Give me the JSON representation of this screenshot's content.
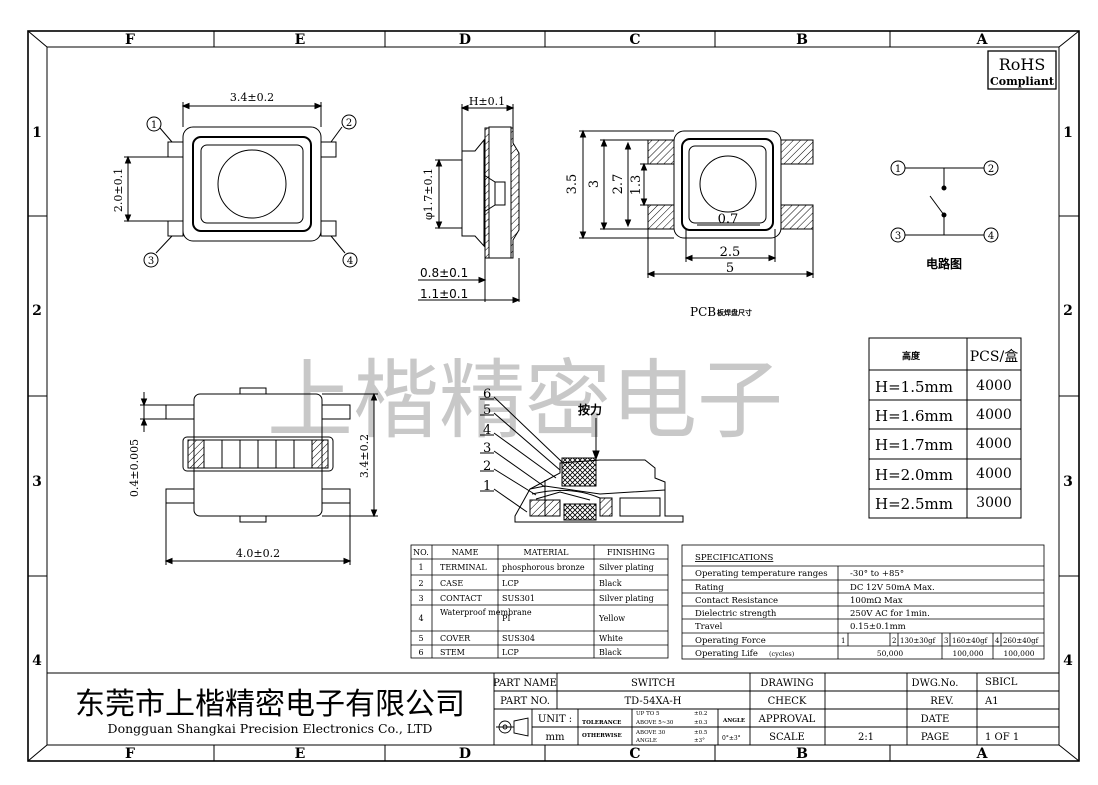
{
  "zone_columns_top": [
    "F",
    "E",
    "D",
    "C",
    "B",
    "A"
  ],
  "zone_columns_bottom": [
    "F",
    "E",
    "D",
    "C",
    "B",
    "A"
  ],
  "zone_rows": [
    "1",
    "2",
    "3",
    "4"
  ],
  "rohs": {
    "line1": "RoHS",
    "line2": "Compliant"
  },
  "watermark": "上楷精密电子",
  "top_view": {
    "width_dim": "3.4±0.2",
    "height_dim": "2.0±0.1",
    "pins": [
      "1",
      "2",
      "3",
      "4"
    ]
  },
  "side_view": {
    "height_dim": "H±0.1",
    "diameter_dim": "φ1.7±0.1",
    "dim_a": "0.8±0.1",
    "dim_b": "1.1±0.1"
  },
  "pcb": {
    "dims": [
      "3.5",
      "3",
      "2.7",
      "1.3",
      "0.7",
      "2.5",
      "5"
    ],
    "caption_prefix": "PCB",
    "caption_suffix": "板焊盘尺寸"
  },
  "circuit": {
    "pins": [
      "1",
      "2",
      "3",
      "4"
    ],
    "label": "电路图"
  },
  "height_table": {
    "headers": [
      "高度",
      "PCS/盒"
    ],
    "rows": [
      [
        "H=1.5mm",
        "4000"
      ],
      [
        "H=1.6mm",
        "4000"
      ],
      [
        "H=1.7mm",
        "4000"
      ],
      [
        "H=2.0mm",
        "4000"
      ],
      [
        "H=2.5mm",
        "3000"
      ]
    ]
  },
  "bottom_view": {
    "lead_dim": "0.4±0.005",
    "height_dim": "3.4±0.2",
    "width_dim": "4.0±0.2"
  },
  "section": {
    "callouts": [
      "6",
      "5",
      "4",
      "3",
      "2",
      "1"
    ],
    "force_label": "按力"
  },
  "materials": {
    "headers": [
      "NO.",
      "NAME",
      "MATERIAL",
      "FINISHING"
    ],
    "rows": [
      [
        "1",
        "TERMINAL",
        "phosphorous bronze",
        "Silver plating"
      ],
      [
        "2",
        "CASE",
        "LCP",
        "Black"
      ],
      [
        "3",
        "CONTACT",
        "SUS301",
        "Silver plating"
      ],
      [
        "4",
        "Waterproof membrane",
        "PI",
        "Yellow"
      ],
      [
        "5",
        "COVER",
        "SUS304",
        "White"
      ],
      [
        "6",
        "STEM",
        "LCP",
        "Black"
      ]
    ]
  },
  "specifications": {
    "title": "SPECIFICATIONS",
    "rows": [
      [
        "Operating temperature ranges",
        "-30° to +85°"
      ],
      [
        "Rating",
        "DC 12V 50mA Max."
      ],
      [
        "Contact Resistance",
        "100mΩ Max"
      ],
      [
        "Dielectric strength",
        "250V AC for 1min."
      ],
      [
        "Travel",
        "0.15±0.1mm"
      ]
    ],
    "force_label": "Operating Force",
    "force_values": [
      "1",
      "2",
      "130±30gf",
      "3",
      "160±40gf",
      "4",
      "260±40gf"
    ],
    "life_label": "Operating Life",
    "life_unit": "(cycles)",
    "life_values": [
      "50,000",
      "100,000",
      "100,000"
    ]
  },
  "company": {
    "name_cn": "东莞市上楷精密电子有限公司",
    "name_en": "Dongguan Shangkai Precision Electronics Co., LTD"
  },
  "title_block": {
    "part_name_label": "PART NAME",
    "part_name": "SWITCH",
    "part_no_label": "PART NO.",
    "part_no": "TD-54XA-H",
    "unit_label": "UNIT :",
    "unit": "mm",
    "tolerance_label": "TOLERANCE",
    "otherwise_label": "OTHERWISE",
    "tol_rows": [
      [
        "UP TO 5",
        "±0.2"
      ],
      [
        "ABOVE 5~30",
        "±0.3"
      ],
      [
        "ABOVE 30",
        "±0.5"
      ],
      [
        "ANGLE",
        "±3°"
      ]
    ],
    "angle_label": "ANGLE",
    "angle_value": "0°±3°",
    "drawing_label": "DRAWING",
    "check_label": "CHECK",
    "approval_label": "APPROVAL",
    "scale_label": "SCALE",
    "scale": "2:1",
    "dwg_no_label": "DWG.No.",
    "dwg_no": "SBICL",
    "rev_label": "REV.",
    "rev": "A1",
    "date_label": "DATE",
    "date": "",
    "page_label": "PAGE",
    "page": "1 OF 1"
  },
  "colors": {
    "ink": "#000000",
    "watermark": "#c8c8c8"
  }
}
